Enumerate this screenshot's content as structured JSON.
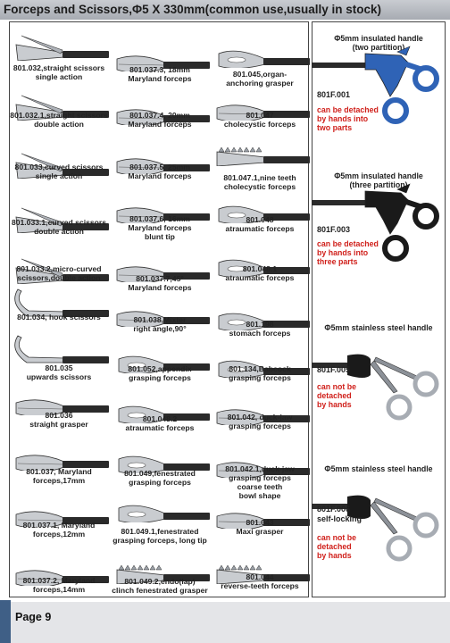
{
  "header": {
    "title": "Forceps and Scissors,Φ5 X 330mm(common use,usually in stock)"
  },
  "instruments": [
    {
      "code": "801.032",
      "caption": "801.032,straight scissors\nsingle action",
      "tip": "scissors"
    },
    {
      "code": "801.032.1",
      "caption": "801.032.1,straight scissors\ndouble action",
      "tip": "scissors"
    },
    {
      "code": "801.033",
      "caption": "801.033,curved scissors\nsingle action",
      "tip": "scissors"
    },
    {
      "code": "801.033.1",
      "caption": "801.033.1,curved scissors\ndouble action",
      "tip": "scissors"
    },
    {
      "code": "801.033.2",
      "caption": "801.033.2,micro-curved\nscissors,double action",
      "tip": "scissors"
    },
    {
      "code": "801.034",
      "caption": "801.034, hook scissors",
      "tip": "hook"
    },
    {
      "code": "801.035",
      "caption": "801.035\nupwards scissors",
      "tip": "hook"
    },
    {
      "code": "801.036",
      "caption": "801.036\nstraight grasper",
      "tip": "grasper"
    },
    {
      "code": "801.037",
      "caption": "801.037, Maryland\nforceps,17mm",
      "tip": "grasper"
    },
    {
      "code": "801.037.1",
      "caption": "801.037.1, Maryland\nforceps,12mm",
      "tip": "grasper"
    },
    {
      "code": "801.037.2",
      "caption": "801.037.2, Maryland\nforceps,14mm",
      "tip": "grasper"
    },
    {
      "code": "801.037.3",
      "caption": "801.037.3, 18mm\nMaryland forceps",
      "tip": "grasper"
    },
    {
      "code": "801.037.4",
      "caption": "801.037.4, 20mm\nMaryland forceps",
      "tip": "grasper"
    },
    {
      "code": "801.037.5",
      "caption": "801.037.5, 25mm\nMaryland forceps",
      "tip": "grasper"
    },
    {
      "code": "801.037.6",
      "caption": "801.037.6, 16mm\nMaryland forceps\nblunt tip",
      "tip": "grasper"
    },
    {
      "code": "801.037.7",
      "caption": "801.037.7,45°\nMaryland forceps",
      "tip": "grasper"
    },
    {
      "code": "801.038",
      "caption": "801.038,Mixter\nright angle,90°",
      "tip": "grasper"
    },
    {
      "code": "801.052",
      "caption": "801.052,appendix\ngrasping forceps",
      "tip": "fenestrated"
    },
    {
      "code": "801.048.2",
      "caption": "801.048.2\natraumatic forceps",
      "tip": "fenestrated"
    },
    {
      "code": "801.049",
      "caption": "801.049,fenestrated\ngrasping forceps",
      "tip": "fenestrated"
    },
    {
      "code": "801.049.1",
      "caption": "801.049.1,fenestrated\ngrasping forceps, long tip",
      "tip": "fenestrated"
    },
    {
      "code": "801.049.2",
      "caption": "801.049.2,endo(lap)\nclinch fenestrated grasper",
      "tip": "toothed"
    },
    {
      "code": "801.045",
      "caption": "801.045,organ-\nanchoring grasper",
      "tip": "fenestrated"
    },
    {
      "code": "801.047",
      "caption": "801.047\ncholecystic forceps",
      "tip": "grasper"
    },
    {
      "code": "801.047.1",
      "caption": "801.047.1,nine teeth\ncholecystic forceps",
      "tip": "toothed"
    },
    {
      "code": "801.048",
      "caption": "801.048\natraumatic forceps",
      "tip": "fenestrated"
    },
    {
      "code": "801.048.1",
      "caption": "801.048.1\natraumatic forceps",
      "tip": "fenestrated"
    },
    {
      "code": "801.198",
      "caption": "801.198\nstomach forceps",
      "tip": "fenestrated"
    },
    {
      "code": "801.134",
      "caption": "801.134,Babcock\ngrasping forceps",
      "tip": "fenestrated"
    },
    {
      "code": "801.042",
      "caption": "801.042, duck-jaw\ngrasping forceps",
      "tip": "grasper"
    },
    {
      "code": "801.042.1",
      "caption": "801.042.1,duck-jaw\ngrasping forceps\ncoarse teeth\nbowl shape",
      "tip": "grasper"
    },
    {
      "code": "801.043",
      "caption": "801.043\nMaxi grasper",
      "tip": "grasper"
    },
    {
      "code": "801.044",
      "caption": "801.044\nreverse-teeth forceps",
      "tip": "toothed"
    }
  ],
  "handles": [
    {
      "title": "Φ5mm insulated handle\n(two partition)",
      "code": "801F.001",
      "note": "can be detached\nby hands into\ntwo  parts",
      "color": "#2f63b6"
    },
    {
      "title": "Φ5mm insulated handle\n(three partition)",
      "code": "801F.003",
      "note": "can be detached\nby hands into\nthree  parts",
      "color": "#1a1a1a"
    },
    {
      "title": "Φ5mm stainless steel handle",
      "code": "801F.005",
      "note": "can not be\ndetached\nby hands",
      "color": "#b9bec5"
    },
    {
      "title": "Φ5mm stainless steel handle",
      "code": "801F.006\nself-locking",
      "note": "can not be\ndetached\nby hands",
      "color": "#b9bec5"
    }
  ],
  "footer": {
    "page": "Page 9"
  },
  "colors": {
    "accent_red": "#d0201b",
    "header_bg": "#b7bac0",
    "tab_blue": "#3f5f86"
  }
}
